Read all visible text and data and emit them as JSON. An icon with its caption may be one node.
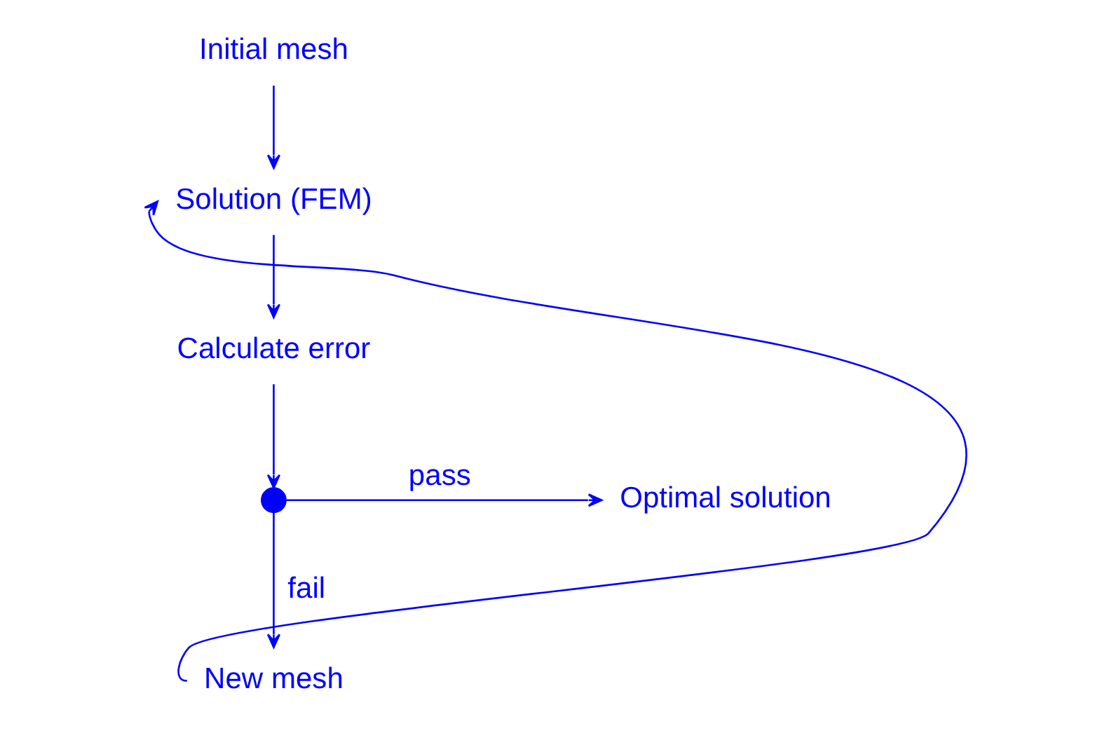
{
  "diagram": {
    "nodes": [
      {
        "text": [
          "Initial mesh"
        ]
      },
      {
        "text": [
          "Solution (FEM)"
        ]
      },
      {
        "text": [
          "Calculate error"
        ]
      },
      {
        "text": [],
        "shape": "circle"
      },
      {
        "text": [
          "Optimal solution"
        ]
      },
      {
        "text": [
          "New mesh"
        ]
      }
    ],
    "edges": [
      {
        "from": 0,
        "to": 1,
        "arrow": "to"
      },
      {
        "from": 1,
        "to": 2,
        "arrow": "to"
      },
      {
        "from": 2,
        "to": 3,
        "arrow": "to"
      },
      {
        "from": 3,
        "to": 4,
        "arrow": "to",
        "label": "pass"
      },
      {
        "from": 3,
        "to": 5,
        "arrow": "to",
        "label": "fail"
      },
      {
        "from": 5,
        "to": 1,
        "arrow": "to"
      }
    ]
  }
}
